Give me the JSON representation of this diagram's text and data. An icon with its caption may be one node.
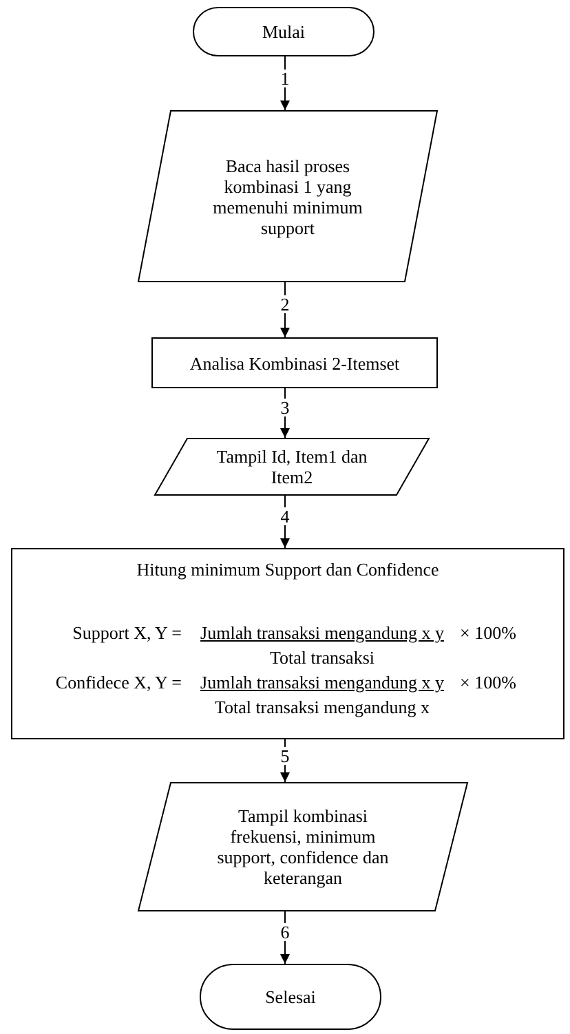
{
  "diagram": {
    "nodes": [
      {
        "text": [
          "Mulai"
        ]
      },
      {
        "text": [
          "Baca hasil proses kombinasi 1 yang memenuhi minimum support"
        ]
      },
      {
        "text": [
          "Analisa Kombinasi 2-Itemset"
        ]
      },
      {
        "text": [
          "Tampil Id, Item1 dan Item2"
        ]
      },
      {
        "text": [
          "Hitung minimum Support dan Confidence",
          "Support X, Y =",
          "Jumlah transaksi mengandung x y",
          "× 100%",
          "Total transaksi",
          "Confidece X, Y =",
          "Jumlah transaksi mengandung x y",
          "× 100%",
          "Total transaksi mengandung x"
        ]
      },
      {
        "text": [
          "Tampil kombinasi frekuensi, minimum support, confidence dan keterangan"
        ]
      },
      {
        "text": [
          "Selesai"
        ]
      }
    ],
    "edges": [
      {
        "from": 0,
        "to": 1,
        "arrow": "to",
        "label": "1"
      },
      {
        "from": 1,
        "to": 2,
        "arrow": "to",
        "label": "2"
      },
      {
        "from": 2,
        "to": 3,
        "arrow": "to",
        "label": "3"
      },
      {
        "from": 3,
        "to": 4,
        "arrow": "to",
        "label": "4"
      },
      {
        "from": 4,
        "to": 5,
        "arrow": "to",
        "label": "5"
      },
      {
        "from": 5,
        "to": 6,
        "arrow": "to",
        "label": "6"
      }
    ]
  }
}
